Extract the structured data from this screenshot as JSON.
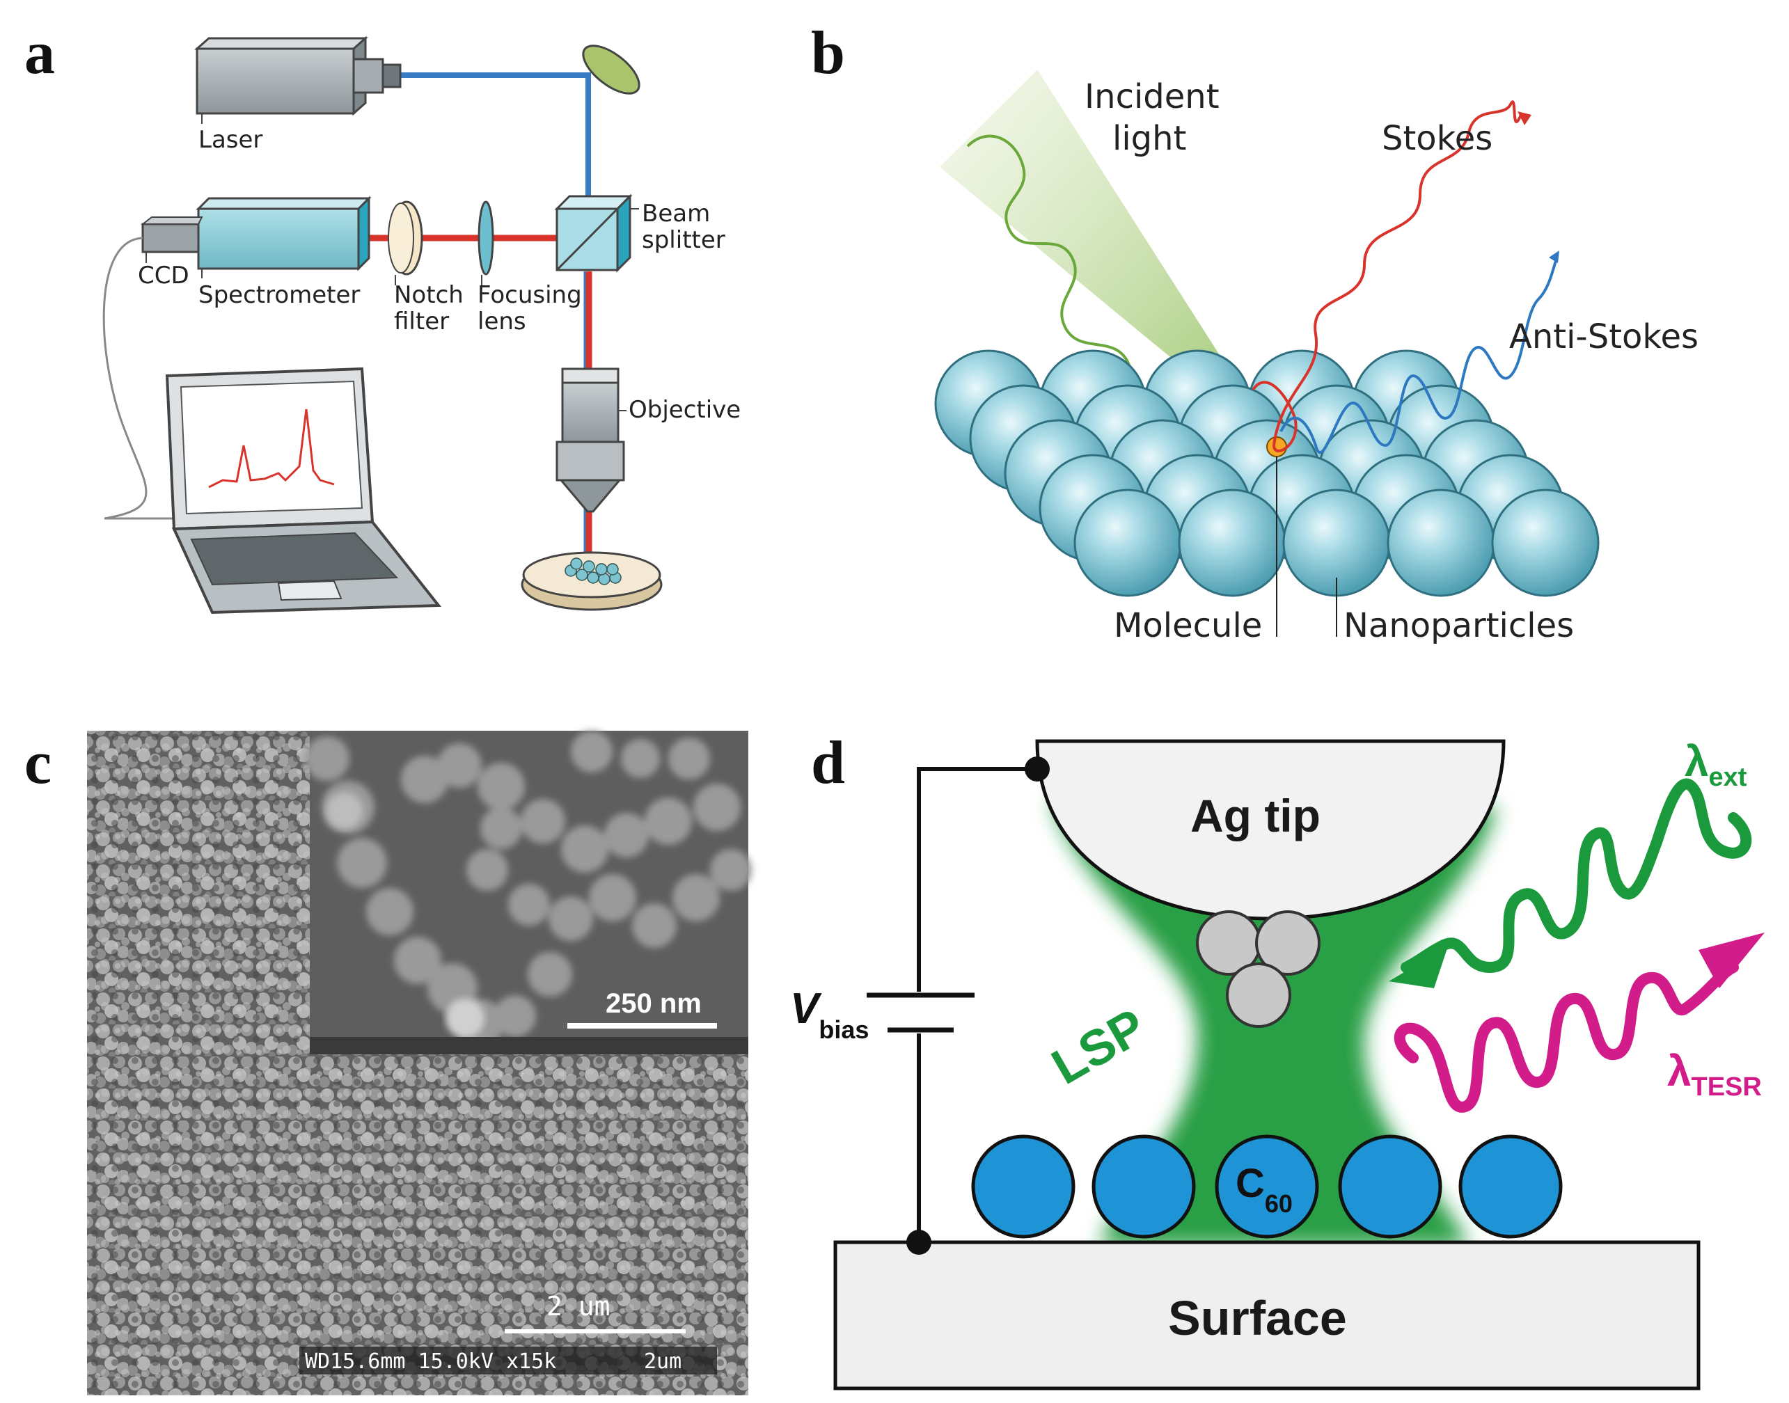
{
  "panels": {
    "a": {
      "letter": "a",
      "labels": {
        "laser": "Laser",
        "ccd": "CCD",
        "spectrometer": "Spectrometer",
        "notch1": "Notch",
        "notch2": "filter",
        "focus1": "Focusing",
        "focus2": "lens",
        "beam1": "Beam",
        "beam2": "splitter",
        "objective": "Objective"
      }
    },
    "b": {
      "letter": "b",
      "labels": {
        "incident1": "Incident",
        "incident2": "light",
        "stokes": "Stokes",
        "antistokes": "Anti-Stokes",
        "molecule": "Molecule",
        "nanoparticles": "Nanoparticles"
      }
    },
    "c": {
      "letter": "c",
      "inset_scale": "250 nm",
      "main_scale": "2 um",
      "info_bar": "WD15.6mm 15.0kV x15k",
      "info_scale": "2um"
    },
    "d": {
      "letter": "d",
      "tip": "Ag tip",
      "surface": "Surface",
      "lsp": "LSP",
      "v_main": "V",
      "v_sub": "bias",
      "c_main": "C",
      "c_sub": "60",
      "lext_main": "λ",
      "lext_sub": "ext",
      "ltesr_main": "λ",
      "ltesr_sub": "TESR"
    }
  },
  "colors": {
    "laser_beam": "#3a7cc4",
    "raman_beam": "#d9342b",
    "cyan_device": "#7ec3d0",
    "incident_green": "#6aa83a",
    "stokes_red": "#d9342b",
    "antistokes_blue": "#2d78c0",
    "lsp_green": "#1a9a3c",
    "tesr_magenta": "#d11c8a",
    "c60_blue": "#1e94d6"
  }
}
